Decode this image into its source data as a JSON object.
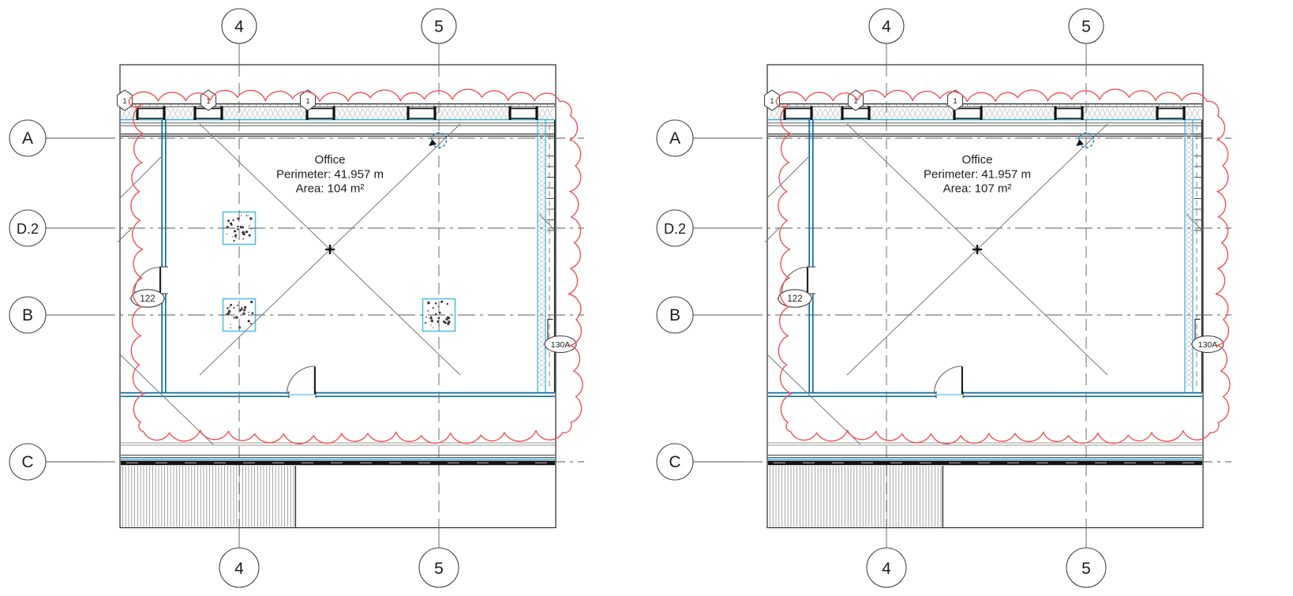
{
  "document": {
    "kind": "revit-floor-plan-comparison",
    "background": "#ffffff"
  },
  "colors": {
    "line_black": "#222222",
    "line_gray": "#6b6b6b",
    "diag_gray": "#787878",
    "hatch_gray": "#c6c6c6",
    "wall_blue": "#0c6e9e",
    "light_blue": "#45b1da",
    "column_blue": "#56bee6",
    "threshold_blue": "#9ddcf2",
    "circle_blue": "#1d7dc4",
    "cloud_red": "#f15453",
    "band_black": "#141414"
  },
  "grids": {
    "columns": [
      {
        "label": "4"
      },
      {
        "label": "5"
      }
    ],
    "rows": [
      {
        "label": "A"
      },
      {
        "label": "D.2"
      },
      {
        "label": "B"
      },
      {
        "label": "C"
      }
    ]
  },
  "panels": [
    {
      "id": "left-plan",
      "room": {
        "name": "Office",
        "perimeter": "Perimeter: 41.957 m",
        "area": "Area: 104 m²"
      },
      "door_tags": [
        "122",
        "130A"
      ],
      "keynotes": [
        "1",
        "1",
        "1"
      ],
      "columns_visible": true
    },
    {
      "id": "right-plan",
      "room": {
        "name": "Office",
        "perimeter": "Perimeter: 41.957 m",
        "area": "Area: 107 m²"
      },
      "door_tags": [
        "122",
        "130A"
      ],
      "keynotes": [
        "1",
        "1",
        "1"
      ],
      "columns_visible": false
    }
  ]
}
